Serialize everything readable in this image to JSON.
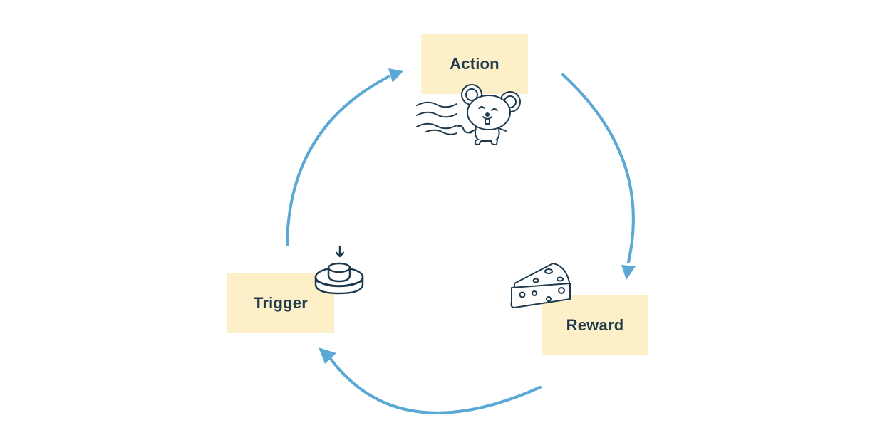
{
  "diagram": {
    "nodes": {
      "action": {
        "label": "Action",
        "icon": "mouse-icon"
      },
      "reward": {
        "label": "Reward",
        "icon": "cheese-icon"
      },
      "trigger": {
        "label": "Trigger",
        "icon": "push-button-icon"
      }
    },
    "edges": [
      {
        "from": "action",
        "to": "reward"
      },
      {
        "from": "reward",
        "to": "trigger"
      },
      {
        "from": "trigger",
        "to": "action"
      }
    ]
  },
  "colors": {
    "node_fill": "#fdf0c8",
    "label_text": "#1f3a4d",
    "arrow": "#5aa8d3",
    "icon_stroke": "#1f3a4d",
    "icon_fill": "#ffffff"
  }
}
